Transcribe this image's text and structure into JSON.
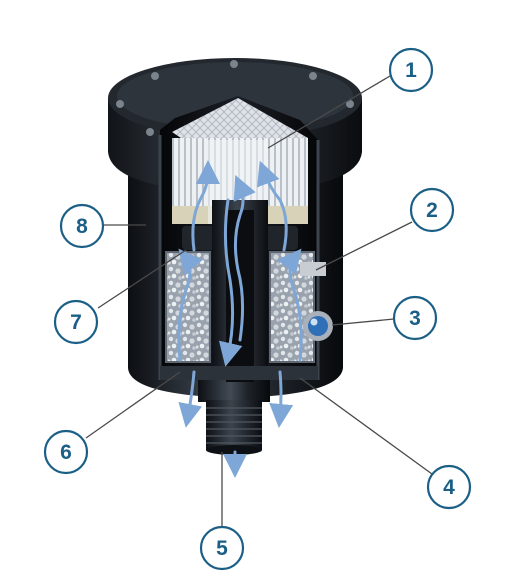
{
  "colors": {
    "callout_ring": "#1b5f86",
    "callout_text": "#1b5f86",
    "leader_line": "#4a4a4a",
    "flow_arrow": "#7ea6d6",
    "housing": "#1a1e24"
  },
  "callouts": [
    {
      "num": "1"
    },
    {
      "num": "2"
    },
    {
      "num": "3"
    },
    {
      "num": "4"
    },
    {
      "num": "5"
    },
    {
      "num": "6"
    },
    {
      "num": "7"
    },
    {
      "num": "8"
    }
  ]
}
